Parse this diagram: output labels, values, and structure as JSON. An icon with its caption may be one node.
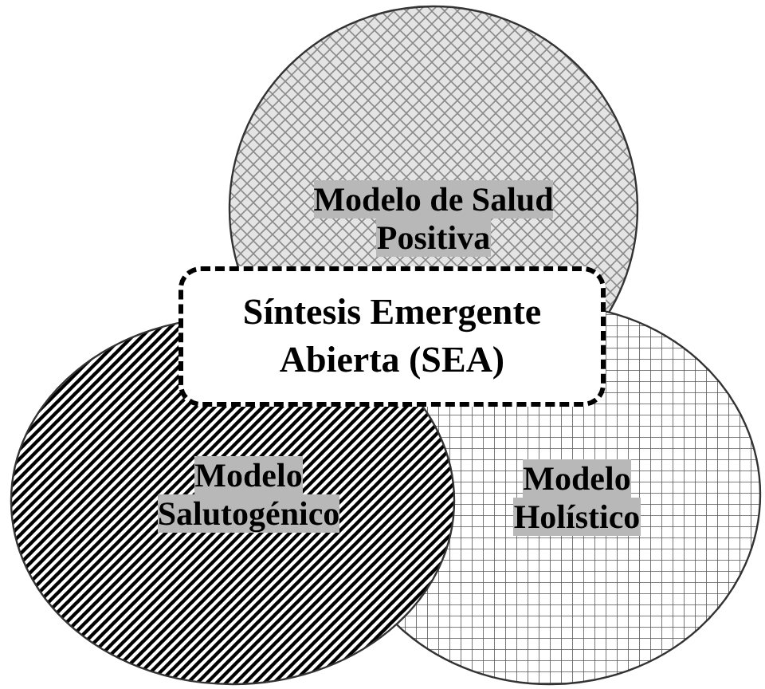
{
  "diagram": {
    "nodes": [
      {
        "text": [
          "Modelo de Salud Positiva"
        ]
      },
      {
        "text": [
          "Síntesis Emergente Abierta (SEA)"
        ]
      },
      {
        "text": [
          "Modelo Salutogénico"
        ]
      },
      {
        "text": [
          "Modelo Holístico"
        ]
      }
    ]
  }
}
